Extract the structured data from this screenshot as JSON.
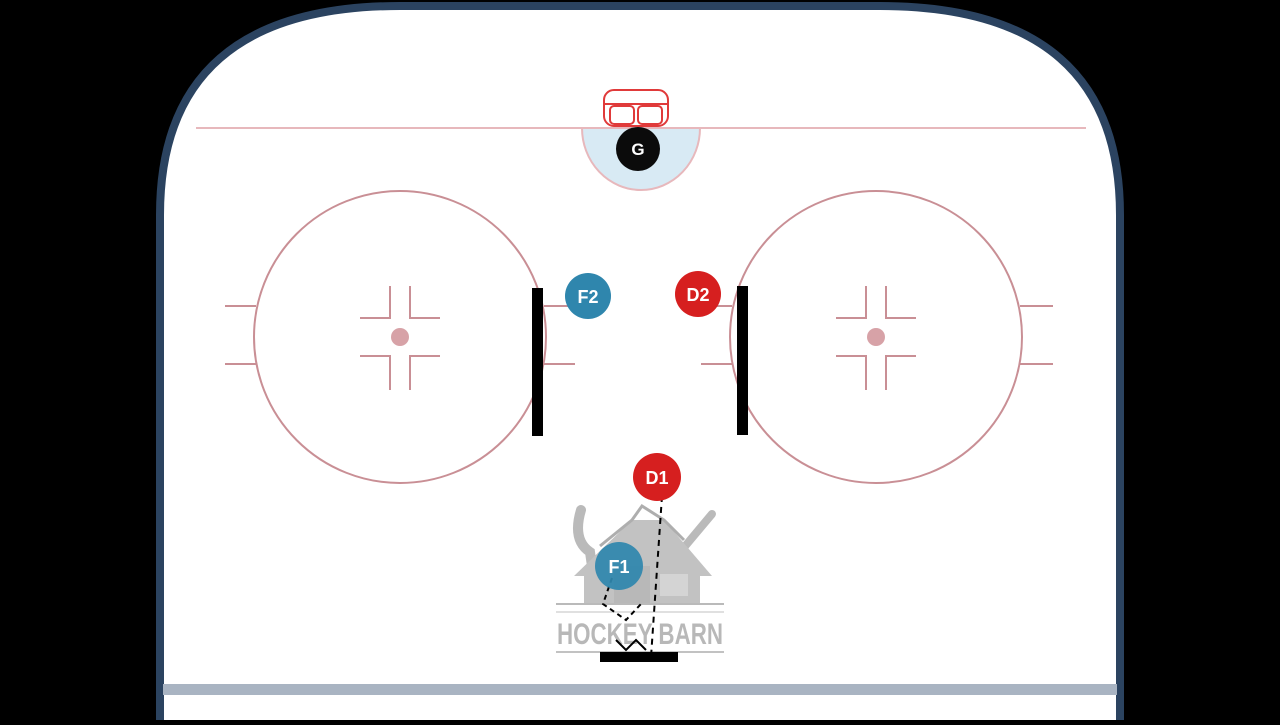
{
  "colors": {
    "background": "#000000",
    "ice": "#ffffff",
    "boards": "#2b4360",
    "red_line": "#c98f95",
    "goal_line": "#e7b8bc",
    "crease_fill": "#d8eaf4",
    "net": "#e03a3a",
    "blue_line": "#a9b4c2",
    "forward": "#2f86ad",
    "defense": "#d61f1f",
    "goalie": "#0b0b0b",
    "barrier": "#000000"
  },
  "players": {
    "goalie": {
      "label": "G"
    },
    "forward_1": {
      "label": "F1"
    },
    "forward_2": {
      "label": "F2"
    },
    "defense_1": {
      "label": "D1"
    },
    "defense_2": {
      "label": "D2"
    }
  },
  "watermark": {
    "text": "HOCKEY BARN"
  }
}
